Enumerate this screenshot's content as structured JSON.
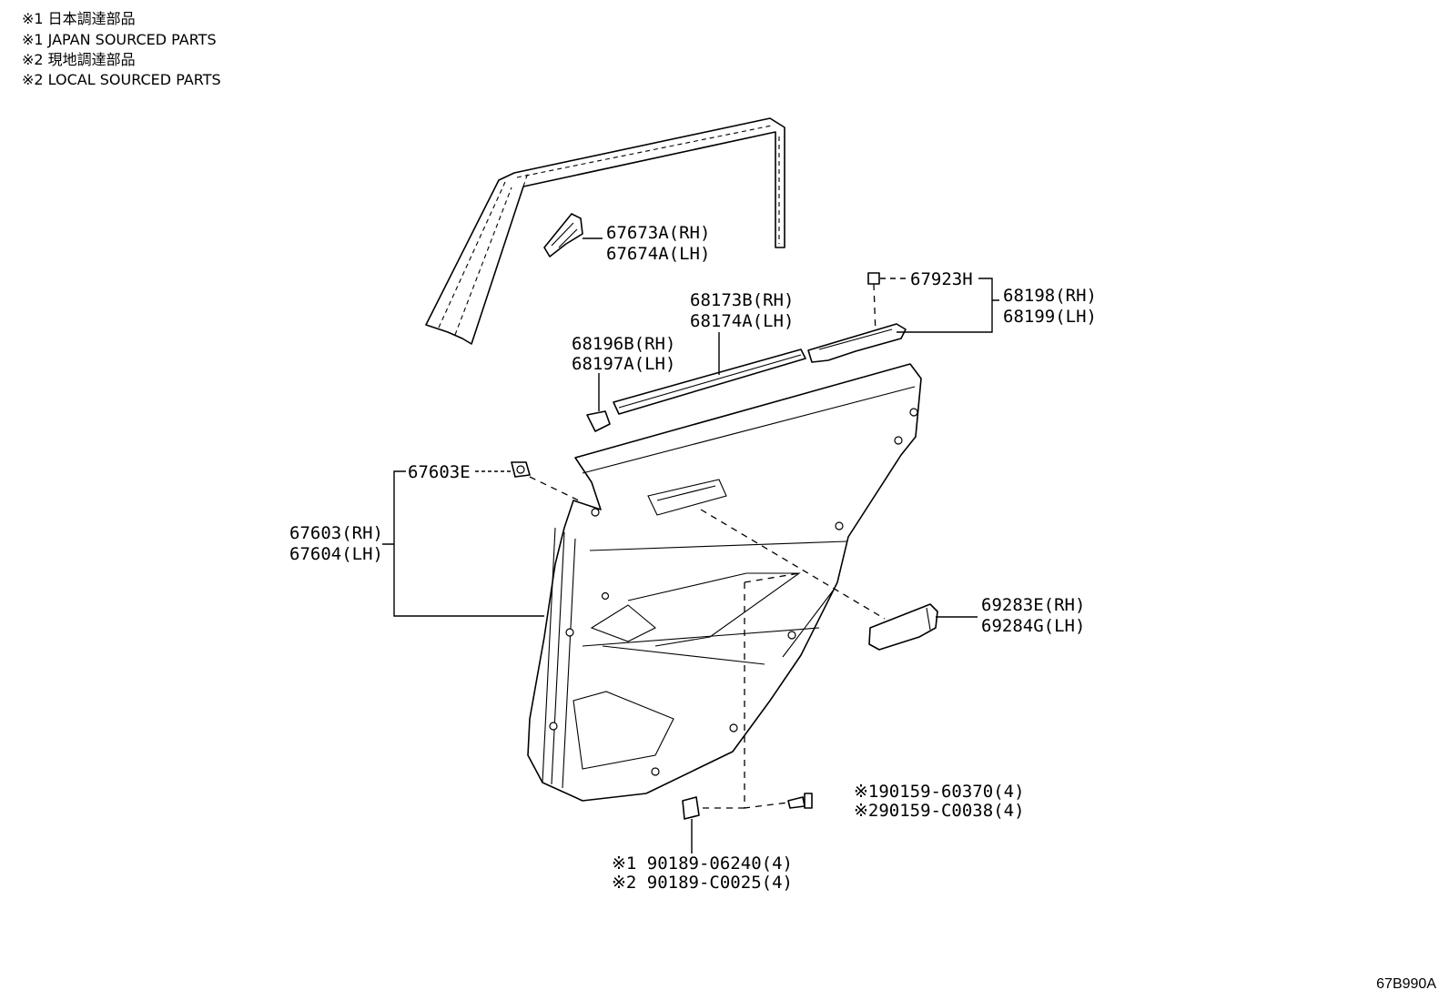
{
  "notes": [
    "※1 日本調達部品",
    "※1 JAPAN SOURCED PARTS",
    "※2 現地調達部品",
    "※2 LOCAL SOURCED PARTS"
  ],
  "labels": {
    "p67673": "67673A(RH)",
    "p67674": "67674A(LH)",
    "p67923": "67923H",
    "p68198": "68198(RH)",
    "p68199": "68199(LH)",
    "p68173": "68173B(RH)",
    "p68174": "68174A(LH)",
    "p68196": "68196B(RH)",
    "p68197": "68197A(LH)",
    "p67603e": "67603E",
    "p67603": "67603(RH)",
    "p67604": "67604(LH)",
    "p69283": "69283E(RH)",
    "p69284": "69284G(LH)",
    "screw1": "※190159-60370(4)",
    "screw2": "※290159-C0038(4)",
    "clip1": "※1 90189-06240(4)",
    "clip2": "※2 90189-C0025(4)"
  },
  "diagram_id": "67B990A"
}
